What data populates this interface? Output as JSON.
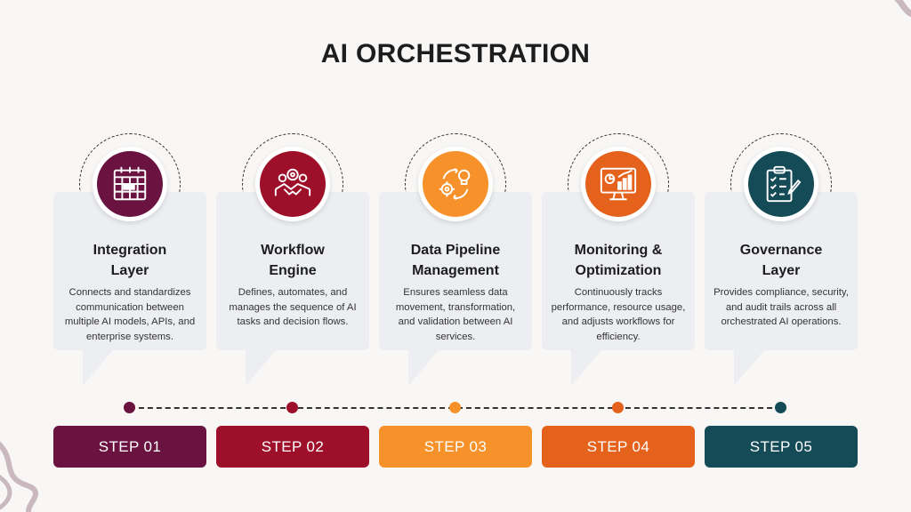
{
  "title": "AI ORCHESTRATION",
  "steps": [
    {
      "title_line1": "Integration",
      "title_line2": "Layer",
      "description": "Connects and standardizes communication between multiple AI models, APIs, and enterprise systems.",
      "step_label": "STEP 01",
      "color": "#6a1240",
      "icon": "schedule-grid-icon"
    },
    {
      "title_line1": "Workflow",
      "title_line2": "Engine",
      "description": "Defines, automates, and manages the sequence of AI tasks and decision flows.",
      "step_label": "STEP 02",
      "color": "#9e0f2a",
      "icon": "handshake-gears-icon"
    },
    {
      "title_line1": "Data Pipeline",
      "title_line2": "Management",
      "description": "Ensures seamless data movement, transformation, and validation between AI services.",
      "step_label": "STEP 03",
      "color": "#f7922a",
      "icon": "gear-lightbulb-cycle-icon"
    },
    {
      "title_line1": "Monitoring &",
      "title_line2": "Optimization",
      "description": "Continuously tracks performance, resource usage, and adjusts workflows for efficiency.",
      "step_label": "STEP 04",
      "color": "#e5621c",
      "icon": "monitor-analytics-icon"
    },
    {
      "title_line1": "Governance",
      "title_line2": "Layer",
      "description": "Provides compliance, security, and audit trails across all orchestrated AI operations.",
      "step_label": "STEP 05",
      "color": "#154a57",
      "icon": "clipboard-checklist-icon"
    }
  ]
}
